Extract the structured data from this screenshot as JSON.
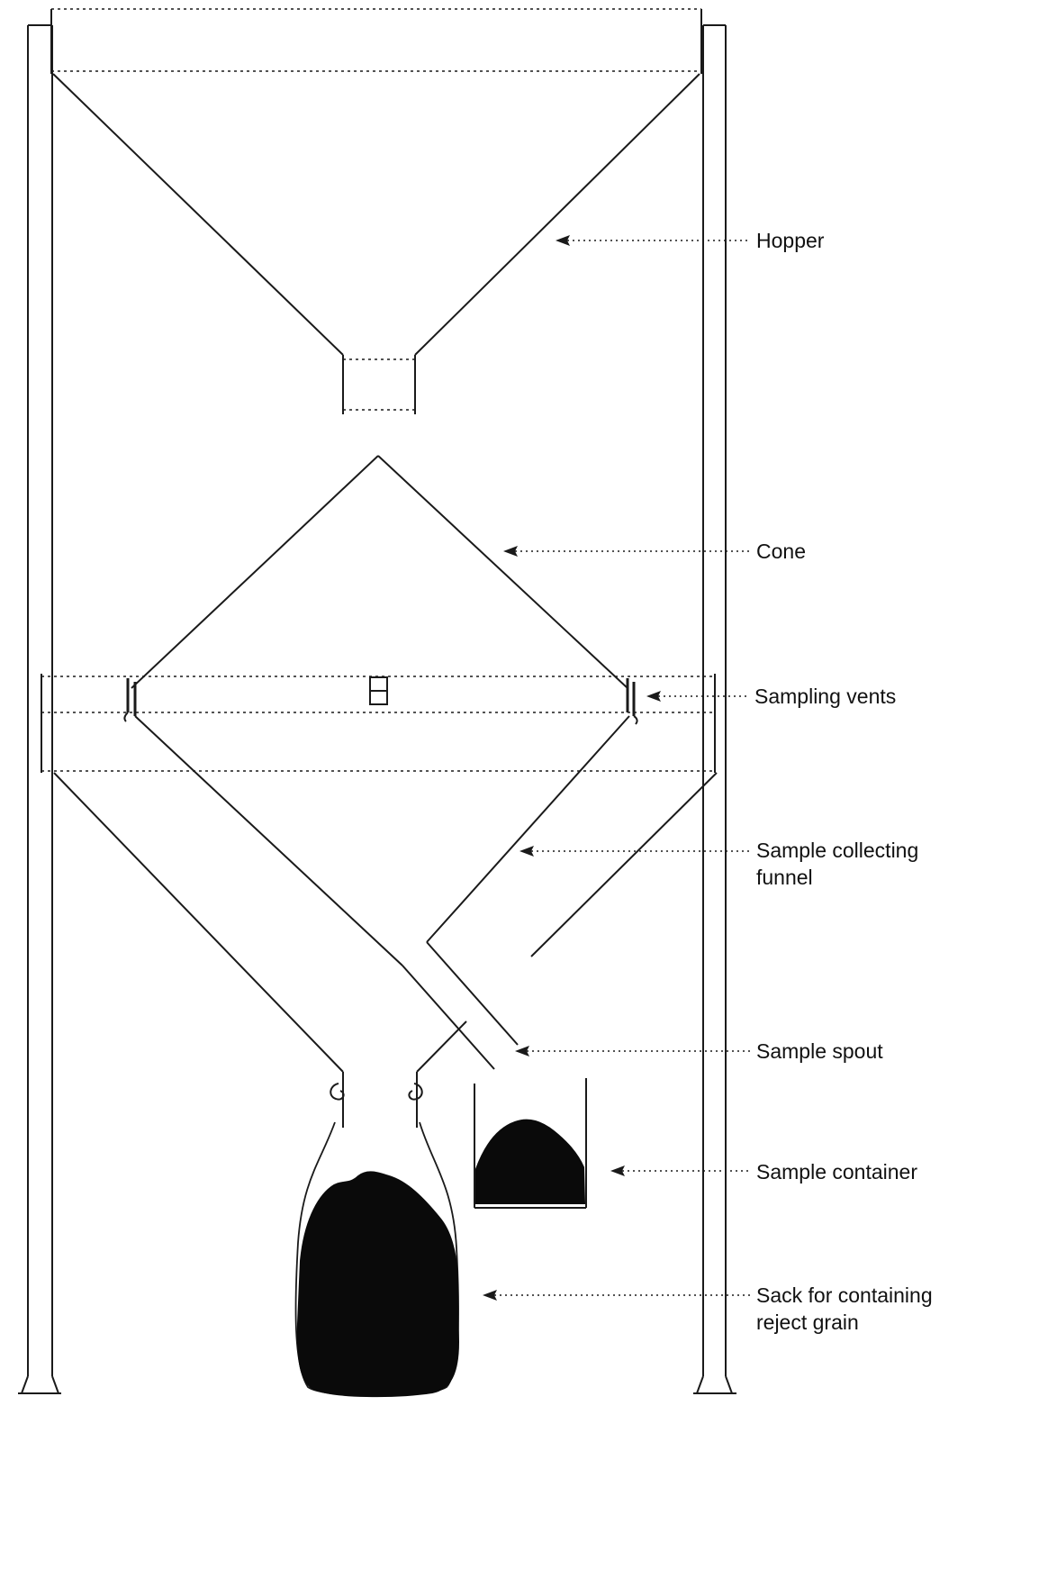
{
  "diagram": {
    "type": "technical-line-drawing",
    "subject": "grain sampling apparatus"
  },
  "labels": {
    "hopper": "Hopper",
    "cone": "Cone",
    "sampling_vents": "Sampling vents",
    "sample_collecting_funnel": "Sample collecting funnel",
    "sample_spout": "Sample spout",
    "sample_container": "Sample container",
    "sack": "Sack for containing reject grain"
  },
  "colors": {
    "line": "#1a1a1a",
    "grain_fill": "#0a0a0a",
    "background": "#ffffff",
    "text": "#111111"
  }
}
